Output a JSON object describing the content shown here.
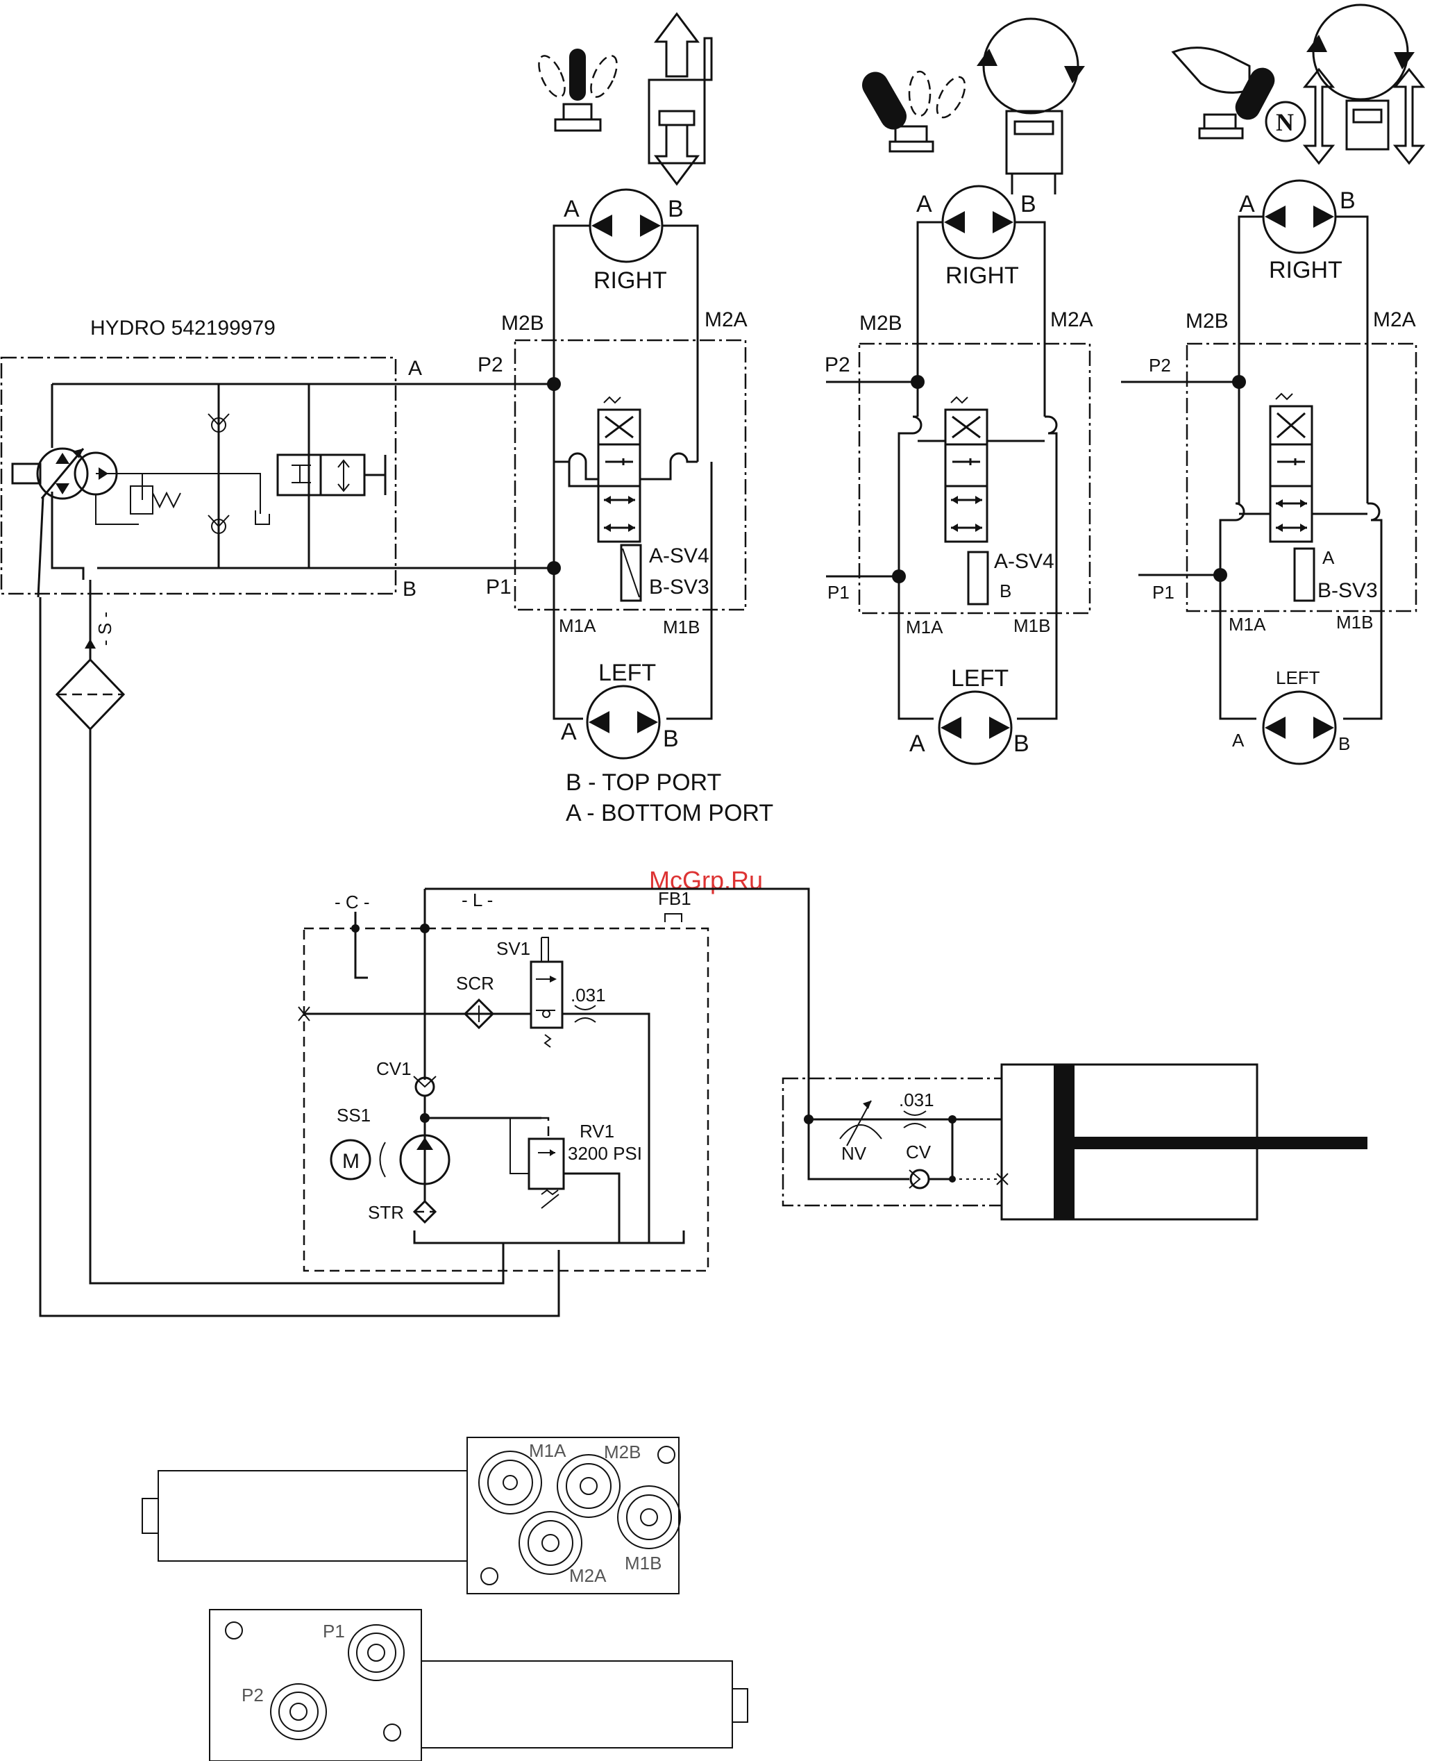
{
  "watermark": "McGrp.Ru",
  "hydro": {
    "title": "HYDRO  542199979",
    "port_a": "A",
    "port_b": "B"
  },
  "suction": "- S -",
  "schematics": [
    {
      "id": "state1",
      "motor_top": {
        "name": "RIGHT",
        "a": "A",
        "b": "B"
      },
      "motor_bottom": {
        "name": "LEFT",
        "a": "A",
        "b": "B"
      },
      "ports": {
        "m2b": "M2B",
        "m2a": "M2A",
        "p2": "P2",
        "p1": "P1",
        "m1a": "M1A",
        "m1b": "M1B"
      },
      "solenoid_a": "A-SV4",
      "solenoid_b": "B-SV3"
    },
    {
      "id": "state2",
      "motor_top": {
        "name": "RIGHT",
        "a": "A",
        "b": "B"
      },
      "motor_bottom": {
        "name": "LEFT",
        "a": "A",
        "b": "B"
      },
      "ports": {
        "m2b": "M2B",
        "m2a": "M2A",
        "p2": "P2",
        "p1": "P1",
        "m1a": "M1A",
        "m1b": "M1B"
      },
      "solenoid_a": "A-SV4",
      "solenoid_b": "B"
    },
    {
      "id": "state3",
      "motor_top": {
        "name": "RIGHT",
        "a": "A",
        "b": "B"
      },
      "motor_bottom": {
        "name": "LEFT",
        "a": "A",
        "b": "B"
      },
      "ports": {
        "m2b": "M2B",
        "m2a": "M2A",
        "p2": "P2",
        "p1": "P1",
        "m1a": "M1A",
        "m1b": "M1B"
      },
      "solenoid_a": "A",
      "solenoid_b": "B-SV3",
      "neutral": "N"
    }
  ],
  "port_legend": {
    "line1": "B - TOP PORT",
    "line2": "A - BOTTOM PORT"
  },
  "lift": {
    "c": "- C -",
    "l": "- L -",
    "fb1": "FB1",
    "sv1": "SV1",
    "scr": "SCR",
    "orifice1": ".031",
    "cv1": "CV1",
    "ss1": "SS1",
    "motor": "M",
    "rv1": "RV1",
    "rv1_psi": "3200 PSI",
    "str": "STR"
  },
  "cylinder": {
    "orifice": ".031",
    "nv": "NV",
    "cv": "CV"
  },
  "manifold_top": {
    "m1a": "M1A",
    "m2b": "M2B",
    "m2a": "M2A",
    "m1b": "M1B"
  },
  "manifold_bottom": {
    "p1": "P1",
    "p2": "P2"
  }
}
